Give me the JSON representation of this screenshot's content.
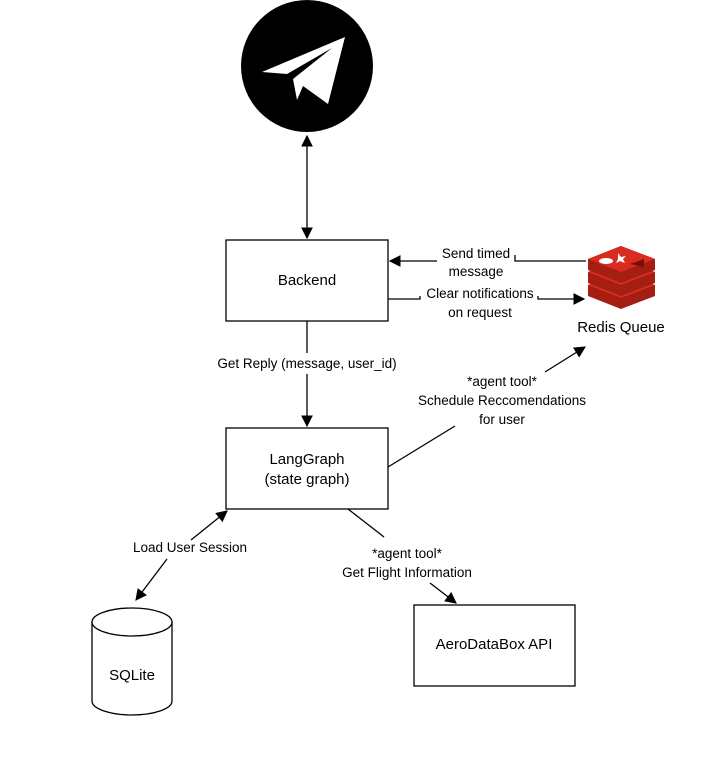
{
  "nodes": {
    "telegram": {
      "icon": "telegram-icon",
      "color": "#000000"
    },
    "backend": {
      "label": "Backend"
    },
    "langgraph": {
      "line1": "LangGraph",
      "line2": "(state graph)"
    },
    "redis": {
      "label": "Redis Queue",
      "icon": "redis-icon",
      "color": "#d82c20"
    },
    "aerodatabox": {
      "label": "AeroDataBox API"
    },
    "sqlite": {
      "label": "SQLite"
    }
  },
  "edges": {
    "send_timed": {
      "line1": "Send timed",
      "line2": "message"
    },
    "clear_notifications": {
      "line1": "Clear notifications",
      "line2": "on request"
    },
    "get_reply": {
      "label": "Get Reply (message, user_id)"
    },
    "schedule": {
      "line1": "*agent tool*",
      "line2": "Schedule Reccomendations",
      "line3": "for user"
    },
    "flight_info": {
      "line1": "*agent tool*",
      "line2": "Get Flight Information"
    },
    "load_session": {
      "label": "Load User Session"
    }
  }
}
